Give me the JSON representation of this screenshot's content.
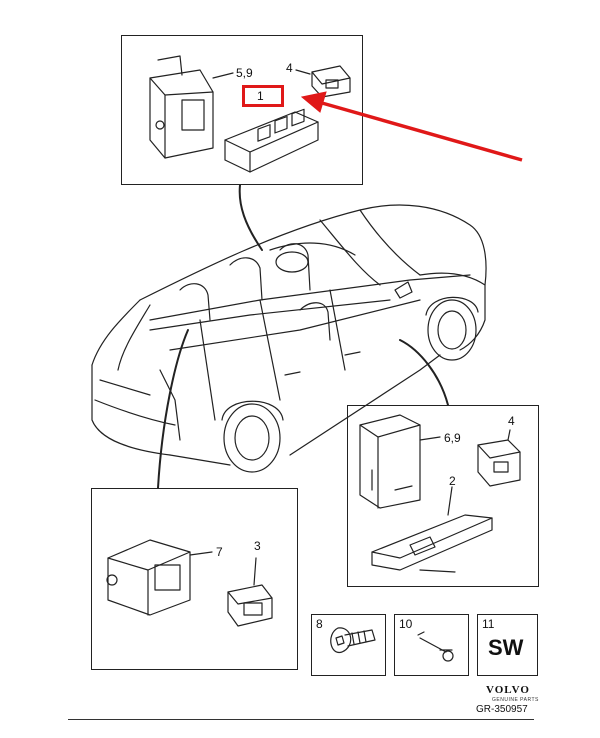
{
  "callouts": {
    "top_5_9": "5,9",
    "top_4": "4",
    "top_1": "1",
    "right_6_9": "6,9",
    "right_4": "4",
    "right_2": "2",
    "left_7": "7",
    "left_3": "3",
    "box_8": "8",
    "box_10": "10",
    "box_11": "11"
  },
  "sw_label": "SW",
  "brand": {
    "name": "VOLVO",
    "sub": "GENUINE PARTS"
  },
  "reference_code": "GR-350957",
  "colors": {
    "highlight": "#e01818",
    "line": "#222222"
  }
}
